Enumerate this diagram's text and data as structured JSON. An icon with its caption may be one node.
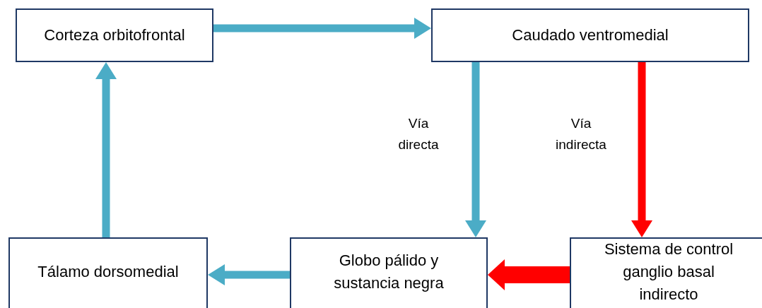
{
  "diagram": {
    "nodes": [
      {
        "text": [
          "Corteza orbitofrontal"
        ]
      },
      {
        "text": [
          "Caudado ventromedial"
        ]
      },
      {
        "text": [
          "Tálamo dorsomedial"
        ]
      },
      {
        "text": [
          "Globo pálido y sustancia negra"
        ]
      },
      {
        "text": [
          "Sistema de control ganglio basal indirecto"
        ]
      }
    ],
    "edges": [
      {
        "from": 0,
        "to": 1,
        "arrow": "to"
      },
      {
        "from": 1,
        "to": 3,
        "arrow": "to",
        "label": "Vía directa"
      },
      {
        "from": 1,
        "to": 4,
        "arrow": "to",
        "label": "Vía indirecta",
        "color": "#ff0000"
      },
      {
        "from": 4,
        "to": 3,
        "arrow": "to",
        "color": "#ff0000",
        "style": "thick"
      },
      {
        "from": 3,
        "to": 2,
        "arrow": "to"
      },
      {
        "from": 2,
        "to": 0,
        "arrow": "to"
      }
    ]
  }
}
